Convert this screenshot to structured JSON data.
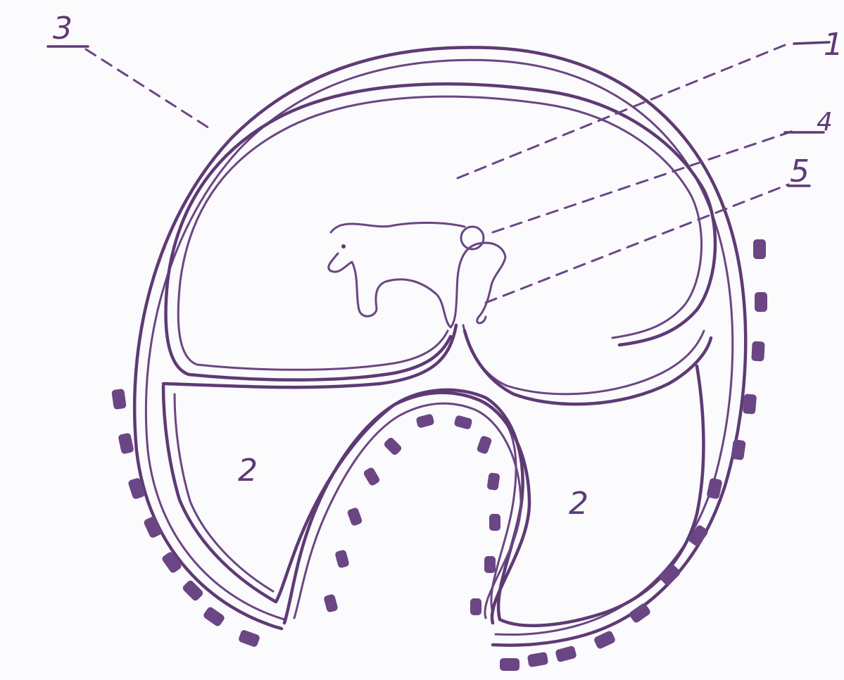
{
  "diagram": {
    "labels": {
      "l1": "1",
      "l2a": "2",
      "l2b": "2",
      "l3": "3",
      "l4": "4",
      "l5": "5"
    },
    "colors": {
      "ink": "#5e3a75",
      "paper": "#fbfafc"
    }
  }
}
